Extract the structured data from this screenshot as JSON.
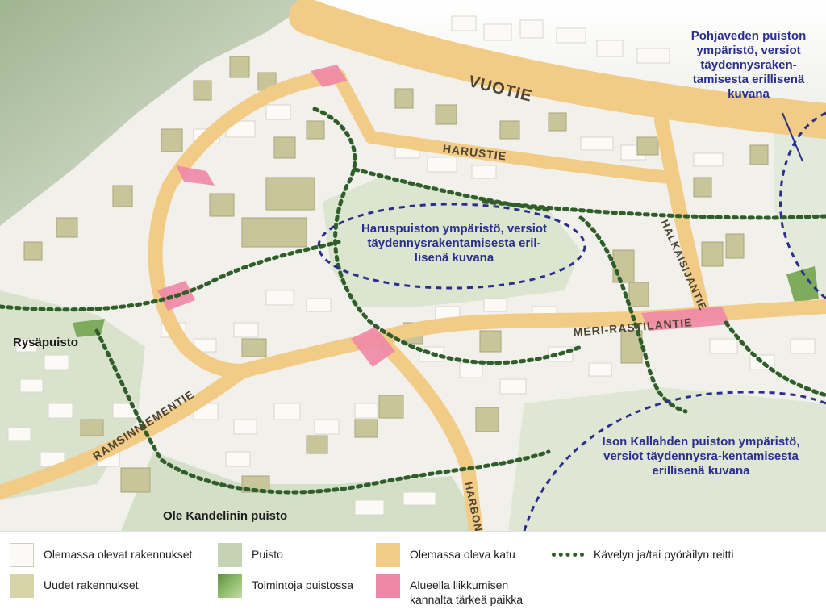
{
  "colors": {
    "existing_building": "#f7f6f1",
    "new_building": "#c9c59b",
    "park": "#c5d2b3",
    "park_activity": "#7fab5c",
    "street": "#f2cb87",
    "important_place": "#ef87a6",
    "route": "#2f5e2b",
    "note_area": "#2a2f8c"
  },
  "streets": {
    "vuotie": "VUOTIE",
    "harustie": "HARUSTIE",
    "halkaisijantie": "HALKAISIJANTIE",
    "meri_rastilantie": "MERI-RASTILANTIE",
    "ramsinniementie": "RAMSINNIEMENTIE",
    "harbon": "HARBON"
  },
  "parks": {
    "rysapuisto": "Rysäpuisto",
    "ole_kandelin": "Ole Kandelinin puisto"
  },
  "notes": {
    "pohjavesi": "Pohjaveden puiston ympäristö, versiot täydennysraken-tamisesta erillisenä kuvana",
    "haruspuisto": "Haruspuiston ympäristö, versiot täydennysrakentamisesta eril-lisenä kuvana",
    "ison_kallahden": "Ison Kallahden puiston ympäristö, versiot täydennysra-kentamisesta erillisenä kuvana"
  },
  "legend": {
    "existing_buildings": "Olemassa olevat rakennukset",
    "new_buildings": "Uudet rakennukset",
    "park": "Puisto",
    "park_activities": "Toimintoja puistossa",
    "existing_street": "Olemassa oleva katu",
    "important_place": "Alueella liikkumisen kannalta tärkeä paikka",
    "route": "Kävelyn ja/tai pyöräilyn reitti"
  }
}
